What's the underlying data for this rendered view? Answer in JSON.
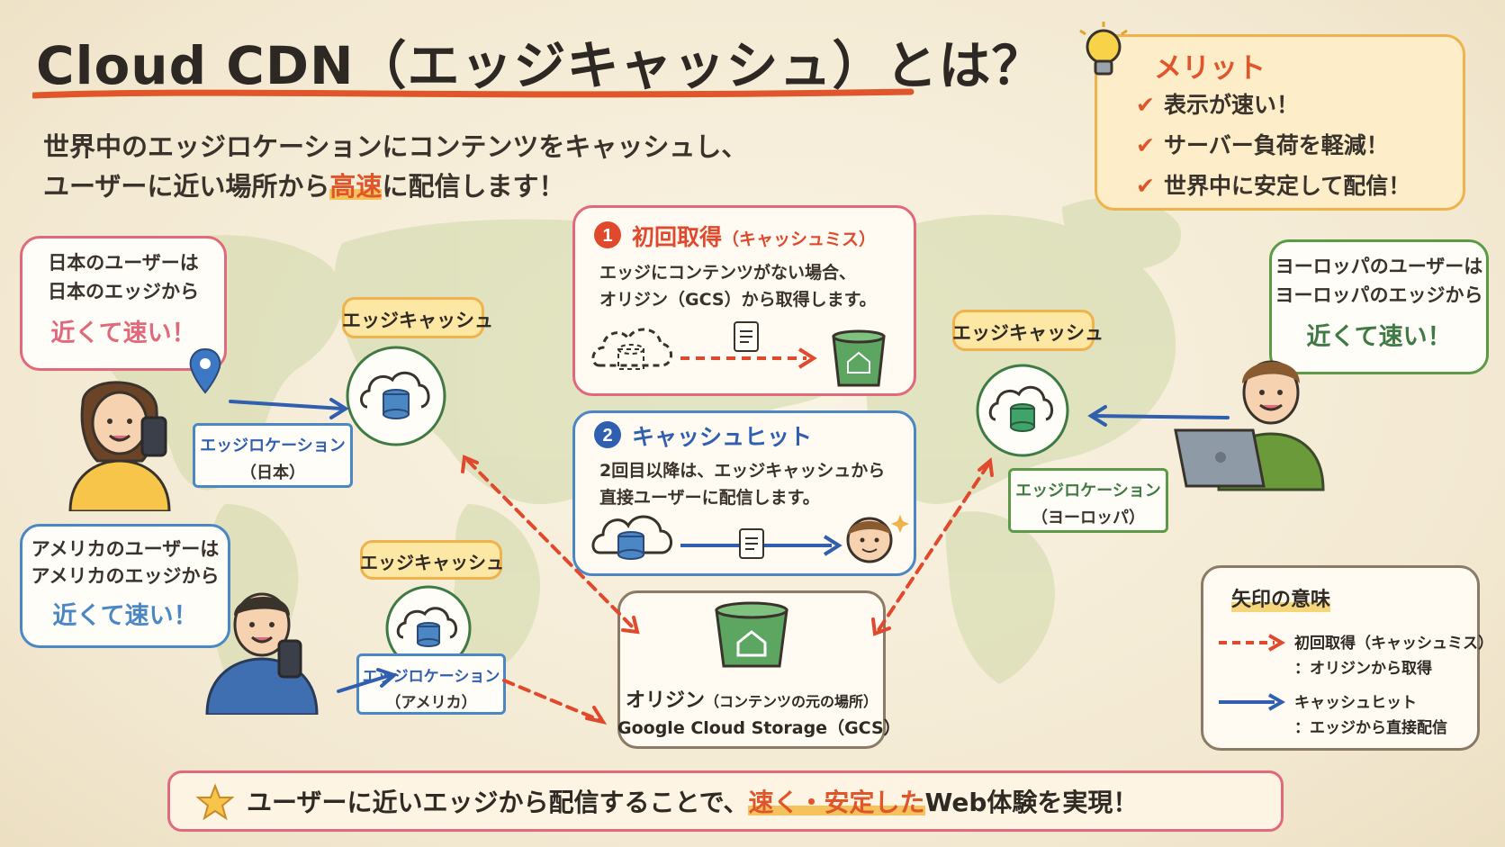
{
  "header": {
    "title": "Cloud CDN（エッジキャッシュ）とは？",
    "subtitle_line1": "世界中のエッジロケーションにコンテンツをキャッシュし、",
    "subtitle_line2_pre": "ユーザーに近い場所から",
    "subtitle_line2_highlight": "高速",
    "subtitle_line2_post": "に配信します！"
  },
  "merits": {
    "heading": "メリット",
    "items": [
      "表示が速い！",
      "サーバー負荷を軽減！",
      "世界中に安定して配信！"
    ]
  },
  "users": {
    "japan": {
      "line1": "日本のユーザーは",
      "line2": "日本のエッジから",
      "hot": "近くて速い！"
    },
    "america": {
      "line1": "アメリカのユーザーは",
      "line2": "アメリカのエッジから",
      "hot": "近くて速い！"
    },
    "europe": {
      "line1": "ヨーロッパのユーザーは",
      "line2": "ヨーロッパのエッジから",
      "hot": "近くて速い！"
    }
  },
  "edge_cache_label": "エッジキャッシュ",
  "locations": {
    "japan": {
      "line1": "エッジロケーション",
      "line2": "（日本）"
    },
    "america": {
      "line1": "エッジロケーション",
      "line2": "（アメリカ）"
    },
    "europe": {
      "line1": "エッジロケーション",
      "line2": "（ヨーロッパ）"
    }
  },
  "steps": {
    "first": {
      "number": "1",
      "title": "初回取得",
      "title_note": "（キャッシュミス）",
      "line1": "エッジにコンテンツがない場合、",
      "line2": "オリジン（GCS）から取得します。"
    },
    "second": {
      "number": "2",
      "title": "キャッシュヒット",
      "line1": "2回目以降は、エッジキャッシュから",
      "line2": "直接ユーザーに配信します。"
    }
  },
  "origin": {
    "title": "オリジン",
    "note": "（コンテンツの元の場所）",
    "name": "Google Cloud Storage（GCS）"
  },
  "legend": {
    "heading": "矢印の意味",
    "miss_line1": "初回取得（キャッシュミス）",
    "miss_line2": "：オリジンから取得",
    "hit_line1": "キャッシュヒット",
    "hit_line2": "：エッジから直接配信"
  },
  "footer": {
    "pre": "ユーザーに近いエッジから配信することで、",
    "highlight": "速く・安定した",
    "post": "Web体験を実現！"
  },
  "colors": {
    "miss_arrow": "#e0492c",
    "hit_arrow": "#2f5fae",
    "japan_accent": "#e06a7c",
    "america_accent": "#4b87c5",
    "europe_accent": "#5c9a48",
    "highlight_orange": "#e0552a",
    "merit_border": "#f0b24a"
  }
}
